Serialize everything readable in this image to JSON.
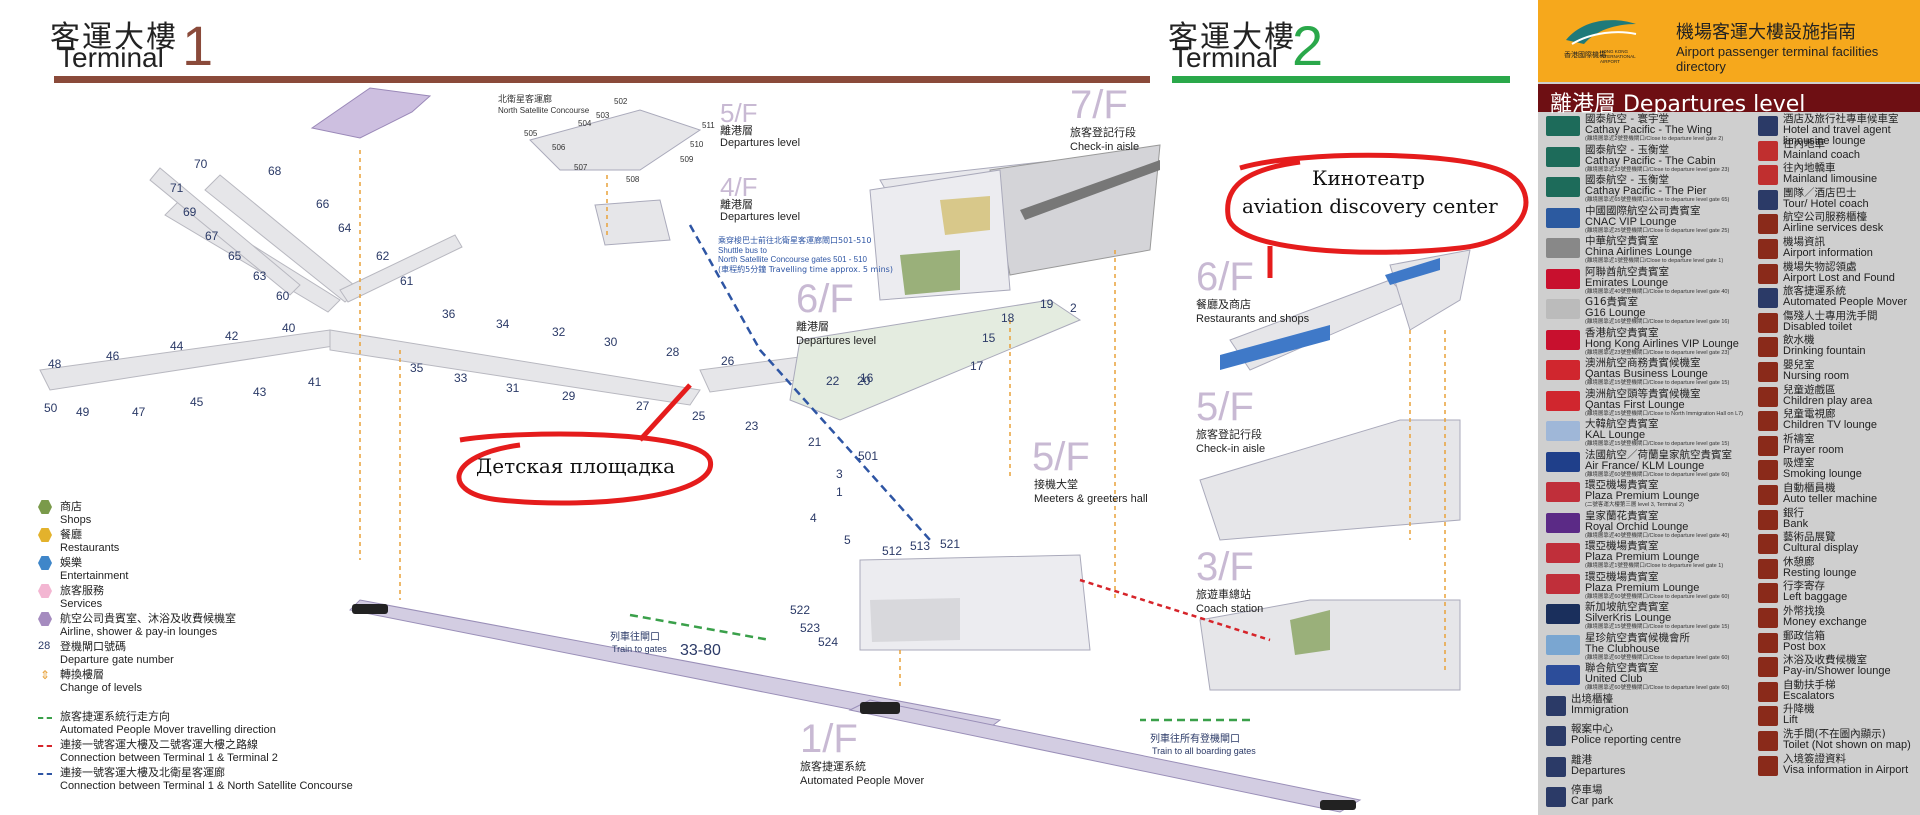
{
  "terminal1": {
    "cn": "客運大樓",
    "en": "Terminal",
    "num": "1"
  },
  "terminal2": {
    "cn": "客運大樓",
    "en": "Terminal",
    "num": "2"
  },
  "north_satellite": {
    "cn": "北衛星客運廊",
    "en": "North Satellite Concourse"
  },
  "levels": {
    "l5f_t1": {
      "num": "5/F",
      "cn": "離港層",
      "en": "Departures level"
    },
    "l4f_t1": {
      "num": "4/F",
      "cn": "離港層",
      "en": "Departures level"
    },
    "l6f_t1": {
      "num": "6/F",
      "cn": "離港層",
      "en": "Departures level"
    },
    "l7f_t1": {
      "num": "7/F",
      "cn": "旅客登記行段",
      "en": "Check-in aisle"
    },
    "l5f_mid": {
      "num": "5/F",
      "cn": "接機大堂",
      "en": "Meeters & greeters hall"
    },
    "l1f": {
      "num": "1/F",
      "cn": "旅客捷運系統",
      "en": "Automated People Mover"
    },
    "l6f_t2": {
      "num": "6/F",
      "cn": "餐廳及商店",
      "en": "Restaurants and shops"
    },
    "l5f_t2": {
      "num": "5/F",
      "cn": "旅客登記行段",
      "en": "Check-in aisle"
    },
    "l3f_t2": {
      "num": "3/F",
      "cn": "旅遊車總站",
      "en": "Coach station"
    }
  },
  "shuttle_note": {
    "cn": "乘穿梭巴士前往北衛星客運廊閘口501-510",
    "en1": "Shuttle bus to",
    "en2": "North Satellite Concourse gates 501 - 510",
    "cn2": "(車程約5分鐘 Travelling time approx. 5 mins)"
  },
  "train_notes": {
    "t1_cn": "列車往閘口",
    "t1_en": "Train to gates",
    "t1_gates": "33-80",
    "t2_cn": "列車往所有登機閘口",
    "t2_en": "Train to all boarding gates"
  },
  "gates": [
    "70",
    "68",
    "71",
    "66",
    "69",
    "67",
    "64",
    "65",
    "62",
    "63",
    "61",
    "60",
    "40",
    "36",
    "34",
    "32",
    "30",
    "28",
    "26",
    "44",
    "42",
    "46",
    "48",
    "50",
    "49",
    "47",
    "45",
    "43",
    "41",
    "35",
    "33",
    "31",
    "29",
    "27",
    "25",
    "23",
    "21",
    "22",
    "20",
    "16",
    "15",
    "17",
    "18",
    "19",
    "2",
    "1",
    "3",
    "4",
    "5",
    "501",
    "502",
    "503",
    "504",
    "505",
    "506",
    "507",
    "508",
    "509",
    "510",
    "511",
    "512",
    "513",
    "521",
    "522",
    "523",
    "524"
  ],
  "legend": [
    {
      "cn": "商店",
      "en": "Shops",
      "color": "#7a9a4a",
      "shape": "hex"
    },
    {
      "cn": "餐廳",
      "en": "Restaurants",
      "color": "#e3b22c",
      "shape": "hex"
    },
    {
      "cn": "娛樂",
      "en": "Entertainment",
      "color": "#3f86c9",
      "shape": "hex"
    },
    {
      "cn": "旅客服務",
      "en": "Services",
      "color": "#f3b6d2",
      "shape": "hex"
    },
    {
      "cn": "航空公司貴賓室、沐浴及收費候機室",
      "en": "Airline, shower & pay-in lounges",
      "color": "#a58bbf",
      "shape": "hex"
    },
    {
      "cn": "登機閘口號碼",
      "en": "Departure gate number",
      "num": "28",
      "shape": "num"
    },
    {
      "cn": "轉換樓層",
      "en": "Change of levels",
      "color": "#e8a23a",
      "shape": "arrow"
    },
    {
      "cn": "旅客捷運系統行走方向",
      "en": "Automated People Mover travelling direction",
      "color": "#3aa04a",
      "shape": "dash"
    },
    {
      "cn": "連接一號客運大樓及二號客運大樓之路線",
      "en": "Connection between Terminal 1 & Terminal 2",
      "color": "#d6242a",
      "shape": "dash"
    },
    {
      "cn": "連接一號客運大樓及北衛星客運廊",
      "en": "Connection between Terminal 1 & North Satellite Concourse",
      "color": "#2e55a4",
      "shape": "dash"
    }
  ],
  "annotations": {
    "cinema_line1": "Кинотеатр",
    "cinema_line2": "aviation discovery center",
    "playground": "Детская площадка"
  },
  "directory": {
    "title_cn": "機場客運大樓設施指南",
    "title_en": "Airport passenger terminal facilities directory",
    "logo_cn": "香港國際機場",
    "logo_en": "HONG KONG INTERNATIONAL AIRPORT",
    "band": "離港層 Departures level",
    "lounges": [
      {
        "cn": "國泰航空 - 寰宇堂",
        "en": "Cathay Pacific - The Wing",
        "note": "(離境層靠近2號登機閘口/Close to departure level gate 2)",
        "color": "#1d6b5a"
      },
      {
        "cn": "國泰航空 - 玉衡堂",
        "en": "Cathay Pacific - The Cabin",
        "note": "(離境層靠近23號登機閘口/Close to departure level gate 23)",
        "color": "#1d6b5a"
      },
      {
        "cn": "國泰航空 - 玉衡堂",
        "en": "Cathay Pacific - The Pier",
        "note": "(離境層靠近65號登機閘口/Close to departure level gate 65)",
        "color": "#1d6b5a"
      },
      {
        "cn": "中國國際航空公司貴賓室",
        "en": "CNAC VIP Lounge",
        "note": "(離境層靠近25號登機閘口/Close to departure level gate 25)",
        "color": "#2c5aa0"
      },
      {
        "cn": "中華航空貴賓室",
        "en": "China Airlines Lounge",
        "note": "(離境層靠近1號登機閘口/Close to departure level gate 1)",
        "color": "#888888"
      },
      {
        "cn": "阿聯酋航空貴賓室",
        "en": "Emirates Lounge",
        "note": "(離境層靠近40號登機閘口/Close to departure level gate 40)",
        "color": "#c8102e"
      },
      {
        "cn": "G16貴賓室",
        "en": "G16 Lounge",
        "note": "(離境層靠近16號登機閘口/Close to departure level gate 16)",
        "color": "#bbbbbb"
      },
      {
        "cn": "香港航空貴賓室",
        "en": "Hong Kong Airlines VIP Lounge",
        "note": "(離境層靠近23號登機閘口/Close to departure level gate 23)",
        "color": "#c8102e"
      },
      {
        "cn": "澳洲航空商務貴賓候機室",
        "en": "Qantas Business Lounge",
        "note": "(離境層靠近15號登機閘口/Close to departure level gate 15)",
        "color": "#d0262e"
      },
      {
        "cn": "澳洲航空頭等貴賓候機室",
        "en": "Qantas First Lounge",
        "note": "(離境層靠近15號登機閘口/Close to North Immigration Hall on L7)",
        "color": "#d0262e"
      },
      {
        "cn": "大韓航空貴賓室",
        "en": "KAL Lounge",
        "note": "(離境層靠近15號登機閘口/Close to departure level gate 15)",
        "color": "#9fb7d8"
      },
      {
        "cn": "法國航空／荷蘭皇家航空貴賓室",
        "en": "Air France/ KLM Lounge",
        "note": "(離境層靠近60號登機閘口/Close to departure level gate 60)",
        "color": "#1f3f8a"
      },
      {
        "cn": "環亞機場貴賓室",
        "en": "Plaza Premium Lounge",
        "note": "(二號客運大樓第三層 level 3, Terminal 2)",
        "color": "#c02f3a"
      },
      {
        "cn": "皇家蘭花貴賓室",
        "en": "Royal Orchid Lounge",
        "note": "(離境層靠近40號登機閘口/Close to departure level gate 40)",
        "color": "#5b2a86"
      },
      {
        "cn": "環亞機場貴賓室",
        "en": "Plaza Premium Lounge",
        "note": "(離境層靠近1號登機閘口/Close to departure level gate 1)",
        "color": "#c02f3a"
      },
      {
        "cn": "環亞機場貴賓室",
        "en": "Plaza Premium Lounge",
        "note": "(離境層靠近60號登機閘口/Close to departure level gate 60)",
        "color": "#c02f3a"
      },
      {
        "cn": "新加坡航空貴賓室",
        "en": "SilverKris Lounge",
        "note": "(離境層靠近15號登機閘口/Close to departure level gate 15)",
        "color": "#1a2f5c"
      },
      {
        "cn": "星珍航空貴賓候機會所",
        "en": "The Clubhouse",
        "note": "(離境層靠近60號登機閘口/Close to departure level gate 60)",
        "color": "#7aa6d1"
      },
      {
        "cn": "聯合航空貴賓室",
        "en": "United Club",
        "note": "(離境層靠近60號登機閘口/Close to departure level gate 60)",
        "color": "#2c4d9a"
      },
      {
        "cn": "出境櫃檯",
        "en": "Immigration",
        "note": "",
        "color": "#2b3a67"
      },
      {
        "cn": "報案中心",
        "en": "Police reporting centre",
        "note": "",
        "color": "#2b3a67"
      },
      {
        "cn": "離港",
        "en": "Departures",
        "note": "",
        "color": "#2b3a67"
      },
      {
        "cn": "停車場",
        "en": "Car park",
        "note": "",
        "color": "#2b3a67"
      }
    ],
    "services": [
      {
        "cn": "酒店及旅行社專車候車室",
        "en": "Hotel and travel agent limousine lounge",
        "color": "#2b3a67"
      },
      {
        "cn": "往內地車",
        "en": "Mainland coach",
        "color": "#c02f2f"
      },
      {
        "cn": "往內地轎車",
        "en": "Mainland limousine",
        "color": "#c02f2f"
      },
      {
        "cn": "團隊／酒店巴士",
        "en": "Tour/ Hotel coach",
        "color": "#2b3a67"
      },
      {
        "cn": "航空公司服務櫃檯",
        "en": "Airline services desk",
        "color": "#8a2a1a"
      },
      {
        "cn": "機場資訊",
        "en": "Airport information",
        "color": "#8a2a1a"
      },
      {
        "cn": "機場失物認領處",
        "en": "Airport Lost and Found",
        "color": "#8a2a1a"
      },
      {
        "cn": "旅客捷運系統",
        "en": "Automated People Mover",
        "color": "#2b3a67"
      },
      {
        "cn": "傷殘人士專用洗手間",
        "en": "Disabled toilet",
        "color": "#8a2a1a"
      },
      {
        "cn": "飲水機",
        "en": "Drinking fountain",
        "color": "#8a2a1a"
      },
      {
        "cn": "嬰兒室",
        "en": "Nursing room",
        "color": "#8a2a1a"
      },
      {
        "cn": "兒童遊戲區",
        "en": "Children play area",
        "color": "#8a2a1a"
      },
      {
        "cn": "兒童電視廊",
        "en": "Children TV lounge",
        "color": "#8a2a1a"
      },
      {
        "cn": "祈禱室",
        "en": "Prayer room",
        "color": "#8a2a1a"
      },
      {
        "cn": "吸煙室",
        "en": "Smoking lounge",
        "color": "#8a2a1a"
      },
      {
        "cn": "自動櫃員機",
        "en": "Auto teller machine",
        "color": "#8a2a1a"
      },
      {
        "cn": "銀行",
        "en": "Bank",
        "color": "#8a2a1a"
      },
      {
        "cn": "藝術品展覽",
        "en": "Cultural display",
        "color": "#8a2a1a"
      },
      {
        "cn": "休憩廊",
        "en": "Resting lounge",
        "color": "#8a2a1a"
      },
      {
        "cn": "行李寄存",
        "en": "Left baggage",
        "color": "#8a2a1a"
      },
      {
        "cn": "外幣找換",
        "en": "Money exchange",
        "color": "#8a2a1a"
      },
      {
        "cn": "郵政信箱",
        "en": "Post box",
        "color": "#8a2a1a"
      },
      {
        "cn": "沐浴及收費候機室",
        "en": "Pay-in/Shower lounge",
        "color": "#8a2a1a"
      },
      {
        "cn": "自動扶手梯",
        "en": "Escalators",
        "color": "#8a2a1a"
      },
      {
        "cn": "升降機",
        "en": "Lift",
        "color": "#8a2a1a"
      },
      {
        "cn": "洗手間(不在圖內顯示)",
        "en": "Toilet (Not shown on map)",
        "color": "#8a2a1a"
      },
      {
        "cn": "入境簽證資料",
        "en": "Visa information in Airport",
        "color": "#8a2a1a"
      }
    ]
  },
  "colors": {
    "t1_bar": "#8a4a3a",
    "t2_bar": "#2aa84a",
    "t1_num": "#8a4a3a",
    "t2_num": "#2aa84a",
    "directory_head": "#f6a81c",
    "directory_band": "#6e0f13"
  }
}
